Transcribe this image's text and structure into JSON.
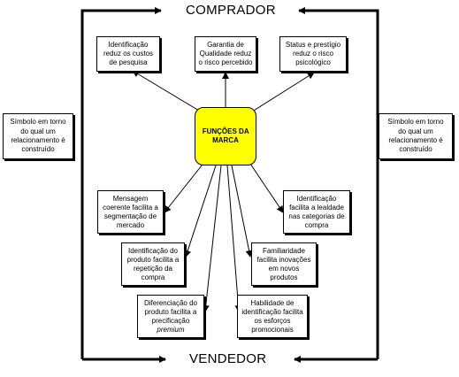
{
  "labels": {
    "top": "COMPRADOR",
    "bottom": "VENDEDOR"
  },
  "center": {
    "line1": "FUNÇÕES DA",
    "line2": "MARCA",
    "color": "#ffff00"
  },
  "side": {
    "left": [
      "Símbolo em torno",
      "do qual um",
      "relacionamento é",
      "construído"
    ],
    "right": [
      "Símbolo em torno",
      "do qual um",
      "relacionamento é",
      "construído"
    ]
  },
  "boxes": {
    "ident_busca": [
      "Identificação",
      "reduz os custos",
      "de pesquisa"
    ],
    "garantia": [
      "Garantia de",
      "Qualidade reduz",
      "o risco percebido"
    ],
    "status": [
      "Status e prestígio",
      "reduz o risco",
      "psicológico"
    ],
    "mensagem": [
      "Mensagem",
      "coerente facilita a",
      "segmentação de",
      "mercado"
    ],
    "lealdade": [
      "Identificação",
      "facilita a lealdade",
      "nas categorias de",
      "compra"
    ],
    "repeticao": [
      "Identificação do",
      "produto facilita a",
      "repetição da",
      "compra"
    ],
    "familiaridade": [
      "Familiaridade",
      "facilita inovações",
      "em novos",
      "produtos"
    ],
    "diferenciacao": [
      "Diferenciação do",
      "produto facilita a",
      "precificação",
      "premium"
    ],
    "habilidade": [
      "Habilidade de",
      "identificação facilita",
      "os esforços",
      "promocionais"
    ]
  }
}
